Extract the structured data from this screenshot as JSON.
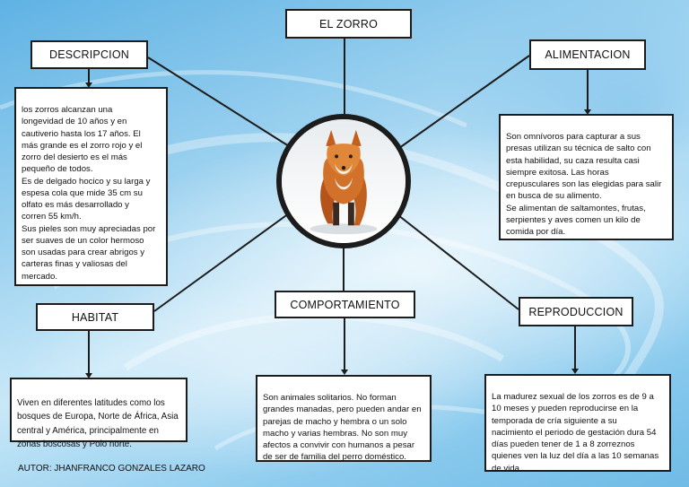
{
  "title": "EL ZORRO",
  "nodes": {
    "descripcion": {
      "title": "DESCRIPCION",
      "text": " los zorros alcanzan una\nlongevidad de 10 años y en\ncautiverio hasta los 17 años. El\nmás grande es el zorro rojo y el\nzorro del desierto es el más\npequeño de todos.\nEs de delgado hocico y su larga y\nespesa cola que mide 35 cm su\nolfato es más desarrollado y\ncorren 55 km/h.\nSus pieles son muy apreciadas por\nser suaves de un color hermoso\nson usadas para crear abrigos y\ncarteras finas y valiosas del\nmercado."
    },
    "alimentacion": {
      "title": "ALIMENTACION",
      "text": " Son omnívoros para capturar a sus\npresas utilizan su técnica de salto con\nesta habilidad, su caza resulta casi\nsiempre exitosa. Las horas\ncrepusculares son las elegidas para salir\nen busca de su alimento.\nSe alimentan de saltamontes, frutas,\nserpientes y aves comen un kilo de\ncomida por día."
    },
    "habitat": {
      "title": "HABITAT",
      "text": "Viven en diferentes latitudes como los\nbosques de Europa, Norte de África, Asia\ncentral y América, principalmente en\nzonas boscosas y Polo norte."
    },
    "comportamiento": {
      "title": "COMPORTAMIENTO",
      "text": "Son animales solitarios. No forman\ngrandes manadas, pero pueden andar en\nparejas de macho y hembra o un solo\nmacho y varias hembras. No son muy\nafectos a convivir con humanos a pesar\nde ser de familia del perro doméstico."
    },
    "reproduccion": {
      "title": "REPRODUCCION",
      "text": "La madurez sexual de los zorros es de 9 a\n10 meses y pueden reproducirse en la\ntemporada de cría siguiente a su\nnacimiento el periodo de gestación dura 54\ndías pueden tener de 1 a 8 zorreznos\nquienes ven la luz del día a las 10 semanas\nde vida."
    }
  },
  "author": "AUTOR: JHANFRANCO GONZALES LAZARO"
}
